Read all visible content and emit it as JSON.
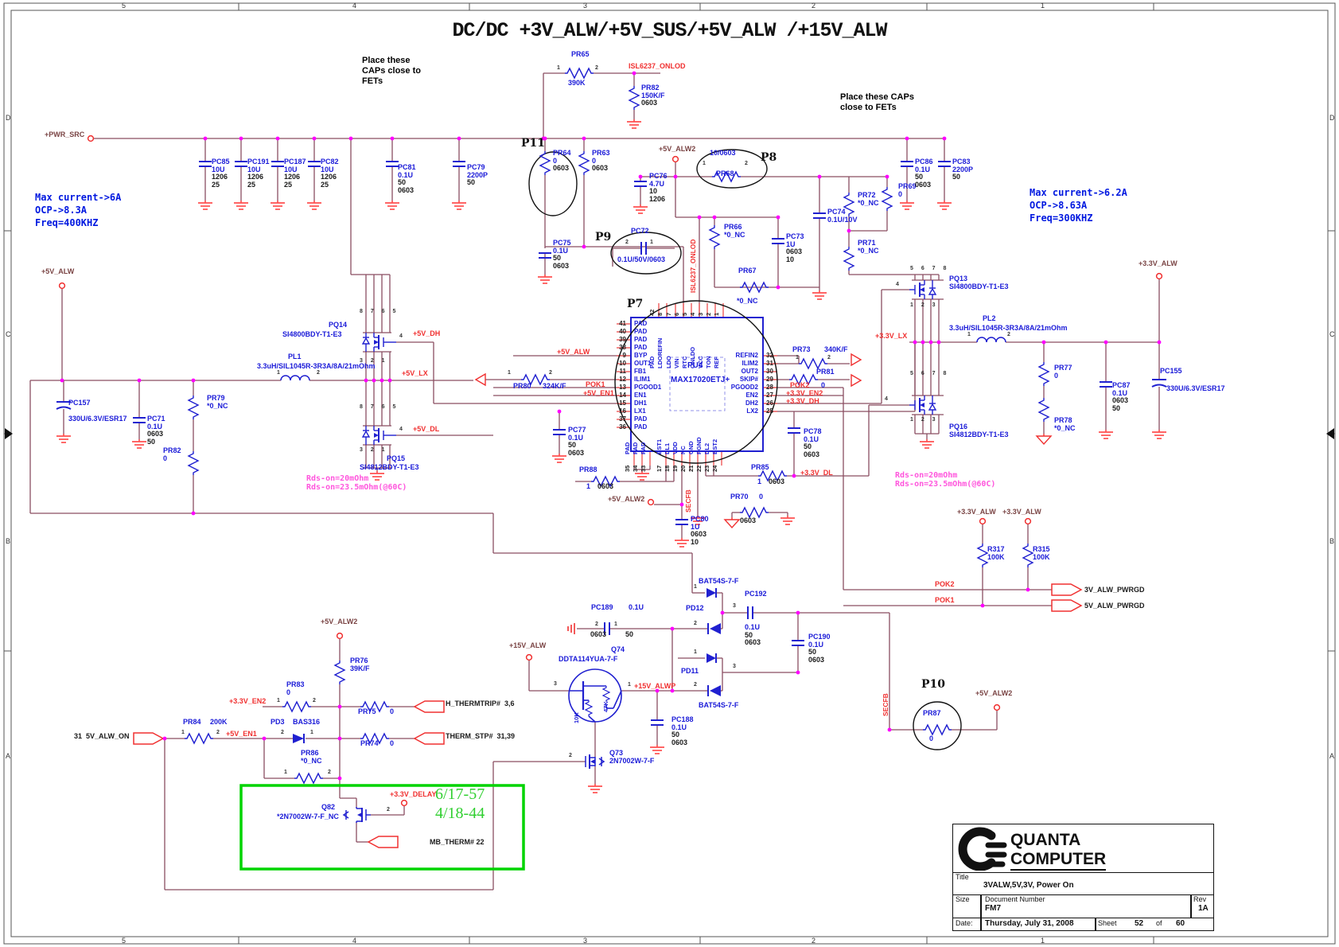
{
  "sheet": {
    "title": "DC/DC +3V_ALW/+5V_SUS/+5V_ALW /+15V_ALW"
  },
  "frame": {
    "cols": [
      "5",
      "4",
      "3",
      "2",
      "1"
    ],
    "rows": [
      "D",
      "C",
      "B",
      "A"
    ]
  },
  "notes": {
    "caps_left": "Place these\nCAPs close to\nFETs",
    "caps_right": "Place these CAPs\nclose to FETs",
    "spec_left": "Max current->6A\nOCP->8.3A\nFreq=400KHZ",
    "spec_right": "Max current->6.2A\nOCP->8.63A\nFreq=300KHZ",
    "rds": "Rds-on=20mOhm\nRds-on=23.5mOhm(@60C)",
    "green": "6/17-57\n4/18-44"
  },
  "loops": {
    "p7": "P7",
    "p8": "P8",
    "p9": "P9",
    "p10": "P10",
    "p11": "P11"
  },
  "nets": {
    "pwr_src": "+PWR_SRC",
    "v5alw": "+5V_ALW",
    "v5alw2": "+5V_ALW2",
    "v33alw": "+3.3V_ALW",
    "v15alw": "+15V_ALW",
    "isl": "ISL6237_ONLOD",
    "v5dh": "+5V_DH",
    "v5lx": "+5V_LX",
    "v5dl": "+5V_DL",
    "v33lx": "+3.3V_LX",
    "v33dh": "+3.3V_DH",
    "v33dl": "+3.3V_DL",
    "pok1": "POK1",
    "pok2": "POK2",
    "v5en1": "+5V_EN1",
    "v33en2": "+3.3V_EN2",
    "secfb": "SECFB",
    "v15alwp": "+15V_ALWP",
    "delay": "+3.3V_DELAY",
    "pwrgd3": "3V_ALW_PWRGD",
    "pwrgd5": "5V_ALW_PWRGD",
    "htt": "H_THERMTRIP#",
    "htt_pg": "3,6",
    "tstp": "THERM_STP#",
    "tstp_pg": "31,39",
    "alwon": "5V_ALW_ON",
    "alwon_pg": "31",
    "mbtherm": "MB_THERM#",
    "mbtherm_pg": "22"
  },
  "pn": {
    "1": "1",
    "2": "2",
    "3": "3",
    "4": "4",
    "g8765": "8 7 6 5",
    "g321": "3 2 1",
    "g5678": "5 6 7 8",
    "g123": "1 2 3"
  },
  "parts": {
    "pc85": {
      "ref": "PC85",
      "val": "10U",
      "meta": "1206\n25"
    },
    "pc191": {
      "ref": "PC191",
      "val": "10U",
      "meta": "1206\n25"
    },
    "pc187": {
      "ref": "PC187",
      "val": "10U",
      "meta": "1206\n25"
    },
    "pc82": {
      "ref": "PC82",
      "val": "10U",
      "meta": "1206\n25"
    },
    "pc81": {
      "ref": "PC81",
      "val": "0.1U",
      "meta": "50\n0603"
    },
    "pc79": {
      "ref": "PC79",
      "val": "2200P",
      "meta": "50"
    },
    "pr65": {
      "ref": "PR65",
      "val": "390K"
    },
    "pr82a": {
      "ref": "PR82",
      "val": "150K/F",
      "meta": "0603"
    },
    "pr64": {
      "ref": "PR64",
      "val": "0",
      "meta": "0603"
    },
    "pr63": {
      "ref": "PR63",
      "val": "0",
      "meta": "0603"
    },
    "pc76": {
      "ref": "PC76",
      "val": "4.7U",
      "meta": "10\n1206"
    },
    "pr68": {
      "ref": "PR68",
      "val": "10/0603"
    },
    "pc75": {
      "ref": "PC75",
      "val": "0.1U",
      "meta": "50\n0603"
    },
    "pc72": {
      "ref": "PC72",
      "val": "0.1U/50V/0603"
    },
    "pr66": {
      "ref": "PR66",
      "val": "*0_NC"
    },
    "pr67": {
      "ref": "PR67",
      "val": "*0_NC"
    },
    "pc73": {
      "ref": "PC73",
      "val": "1U",
      "meta": "0603\n10"
    },
    "pc74": {
      "ref": "PC74",
      "val": "0.1U/10V"
    },
    "pr72": {
      "ref": "PR72",
      "val": "*0_NC"
    },
    "pr69": {
      "ref": "PR69",
      "val": "0"
    },
    "pr71": {
      "ref": "PR71",
      "val": "*0_NC"
    },
    "pc86": {
      "ref": "PC86",
      "val": "0.1U",
      "meta": "50\n0603"
    },
    "pc83": {
      "ref": "PC83",
      "val": "2200P",
      "meta": "50"
    },
    "pq14": {
      "ref": "PQ14",
      "part": "SI4800BDY-T1-E3"
    },
    "pl1": {
      "ref": "PL1",
      "val": "3.3uH/SIL1045R-3R3A/8A/21mOhm"
    },
    "pq15": {
      "ref": "PQ15",
      "part": "SI4812BDY-T1-E3"
    },
    "pc157": {
      "ref": "PC157",
      "val": "330U/6.3V/ESR17"
    },
    "pc71": {
      "ref": "PC71",
      "val": "0.1U",
      "meta": "0603\n50"
    },
    "pr79": {
      "ref": "PR79",
      "val": "*0_NC"
    },
    "pr82b": {
      "ref": "PR82",
      "val": "0"
    },
    "pr80": {
      "ref": "PR80",
      "val": "324K/F"
    },
    "pr73": {
      "ref": "PR73",
      "val": "340K/F"
    },
    "pr81": {
      "ref": "PR81",
      "val": "0"
    },
    "pc77": {
      "ref": "PC77",
      "val": "0.1U",
      "meta": "50\n0603"
    },
    "pc78": {
      "ref": "PC78",
      "val": "0.1U",
      "meta": "50\n0603"
    },
    "pr88": {
      "ref": "PR88",
      "val": "1",
      "meta": "0603"
    },
    "pr85": {
      "ref": "PR85",
      "val": "1",
      "meta": "0603"
    },
    "pc80": {
      "ref": "PC80",
      "val": "1U",
      "meta": "0603\n10"
    },
    "pr70": {
      "ref": "PR70",
      "val": "0",
      "meta": "0603"
    },
    "pq13": {
      "ref": "PQ13",
      "part": "SI4800BDY-T1-E3"
    },
    "pl2": {
      "ref": "PL2",
      "val": "3.3uH/SIL1045R-3R3A/8A/21mOhm"
    },
    "pq16": {
      "ref": "PQ16",
      "part": "SI4812BDY-T1-E3"
    },
    "pr77": {
      "ref": "PR77",
      "val": "0"
    },
    "pr78": {
      "ref": "PR78",
      "val": "*0_NC"
    },
    "pc87": {
      "ref": "PC87",
      "val": "0.1U",
      "meta": "0603\n50"
    },
    "pc155": {
      "ref": "PC155",
      "val": "330U/6.3V/ESR17"
    },
    "r317": {
      "ref": "R317",
      "val": "100K"
    },
    "r315": {
      "ref": "R315",
      "val": "100K"
    },
    "pd12": {
      "ref": "PD12",
      "part": "BAT54S-7-F"
    },
    "pd11": {
      "ref": "PD11",
      "part": "BAT54S-7-F"
    },
    "pc192": {
      "ref": "PC192",
      "val": "0.1U",
      "meta": "50\n0603"
    },
    "pc189": {
      "ref": "PC189",
      "val": "0.1U",
      "meta1": "0603",
      "meta2": "50"
    },
    "pc190": {
      "ref": "PC190",
      "val": "0.1U",
      "meta": "50\n0603"
    },
    "pc188": {
      "ref": "PC188",
      "val": "0.1U",
      "meta": "50\n0603"
    },
    "q74": {
      "ref": "Q74",
      "part": "DDTA114YUA-7-F",
      "r1": "10K",
      "r2": "47K"
    },
    "q73": {
      "ref": "Q73",
      "part": "2N7002W-7-F"
    },
    "q82": {
      "ref": "Q82",
      "part": "*2N7002W-7-F_NC"
    },
    "pr87": {
      "ref": "PR87",
      "val": "0"
    },
    "pr76": {
      "ref": "PR76",
      "val": "39K/F"
    },
    "pr83": {
      "ref": "PR83",
      "val": "0"
    },
    "pr75": {
      "ref": "PR75",
      "val": "0"
    },
    "pr74": {
      "ref": "PR74",
      "val": "0"
    },
    "pr84": {
      "ref": "PR84",
      "val": "200K"
    },
    "pd3": {
      "ref": "PD3",
      "part": "BAS316"
    },
    "pr86": {
      "ref": "PR86",
      "val": "*0_NC"
    }
  },
  "chip": {
    "ref": "PU4",
    "part": "MAX17020ETJ+",
    "left_n": "41\n40\n39\n38\n9\n10\n11\n12\n13\n14\n15\n16\n37\n36",
    "left": "PAD\nPAD\nPAD\nPAD\nBYP\nOUT1\nFB1\nILIM1\nPGOOD1\nEN1\nDH1\nLX1\nPAD\nPAD",
    "right_n": "32\n31\n30\n29\n28\n27\n26\n25",
    "right": "REFIN2\nILIM2\nOUT2\nSKIP#\nPGOOD2\nEN2\nDH2\nLX2",
    "top_n": [
      "42",
      "8",
      "7",
      "6",
      "5",
      "4",
      "3",
      "2",
      "1"
    ],
    "top": [
      "PAD",
      "LDOREFIN",
      "LDO",
      "VIN",
      "RTC",
      "ONLDO",
      "VCC",
      "TON",
      "REF"
    ],
    "bot_n": [
      "35",
      "34",
      "33",
      "17",
      "18",
      "19",
      "20",
      "21",
      "22",
      "23",
      "24"
    ],
    "bot": [
      "PAD",
      "PAD",
      "PAD",
      "BST1",
      "DL1",
      "VDD",
      "NC",
      "GND",
      "PGND",
      "DL2",
      "BST2"
    ]
  },
  "tb": {
    "brand1": "QUANTA",
    "brand2": "COMPUTER",
    "title_lbl": "Title",
    "title": "3VALW,5V,3V, Power On",
    "size_lbl": "Size",
    "doc_lbl": "Document Number",
    "doc": "FM7",
    "rev_lbl": "Rev",
    "rev": "1A",
    "date_lbl": "Date:",
    "date": "Thursday, July 31, 2008",
    "sheet_lbl": "Sheet",
    "sheet_no": "52",
    "of": "of",
    "sheet_total": "60"
  }
}
